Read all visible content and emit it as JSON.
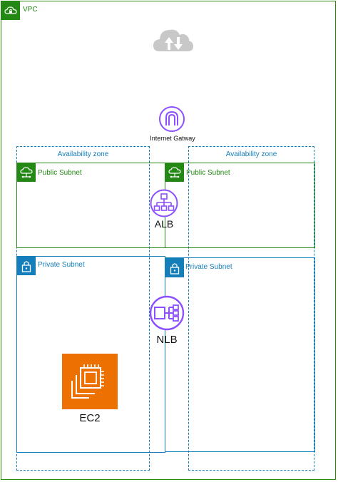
{
  "vpc": {
    "label": "VPC"
  },
  "internet_gateway": {
    "label": "Internet Gatway"
  },
  "availability_zones": [
    {
      "label": "Availability zone"
    },
    {
      "label": "Availability zone"
    }
  ],
  "public_subnets": [
    {
      "label": "Public Subnet"
    },
    {
      "label": "Public Subnet"
    }
  ],
  "private_subnets": [
    {
      "label": "Private Subnet"
    },
    {
      "label": "Private Subnet"
    }
  ],
  "load_balancers": {
    "alb": {
      "label": "ALB"
    },
    "nlb": {
      "label": "NLB"
    }
  },
  "compute": {
    "ec2": {
      "label": "EC2"
    }
  },
  "colors": {
    "vpc_green": "#248814",
    "az_blue": "#147EBA",
    "elb_purple": "#8C4FFF",
    "ec2_orange": "#ED7100",
    "cloud_gray": "#C8C8C8"
  },
  "icons": [
    "vpc-lock-icon",
    "cloud-updown-icon",
    "internet-gateway-icon",
    "public-subnet-icon",
    "private-subnet-lock-icon",
    "alb-icon",
    "nlb-icon",
    "ec2-chip-icon"
  ]
}
